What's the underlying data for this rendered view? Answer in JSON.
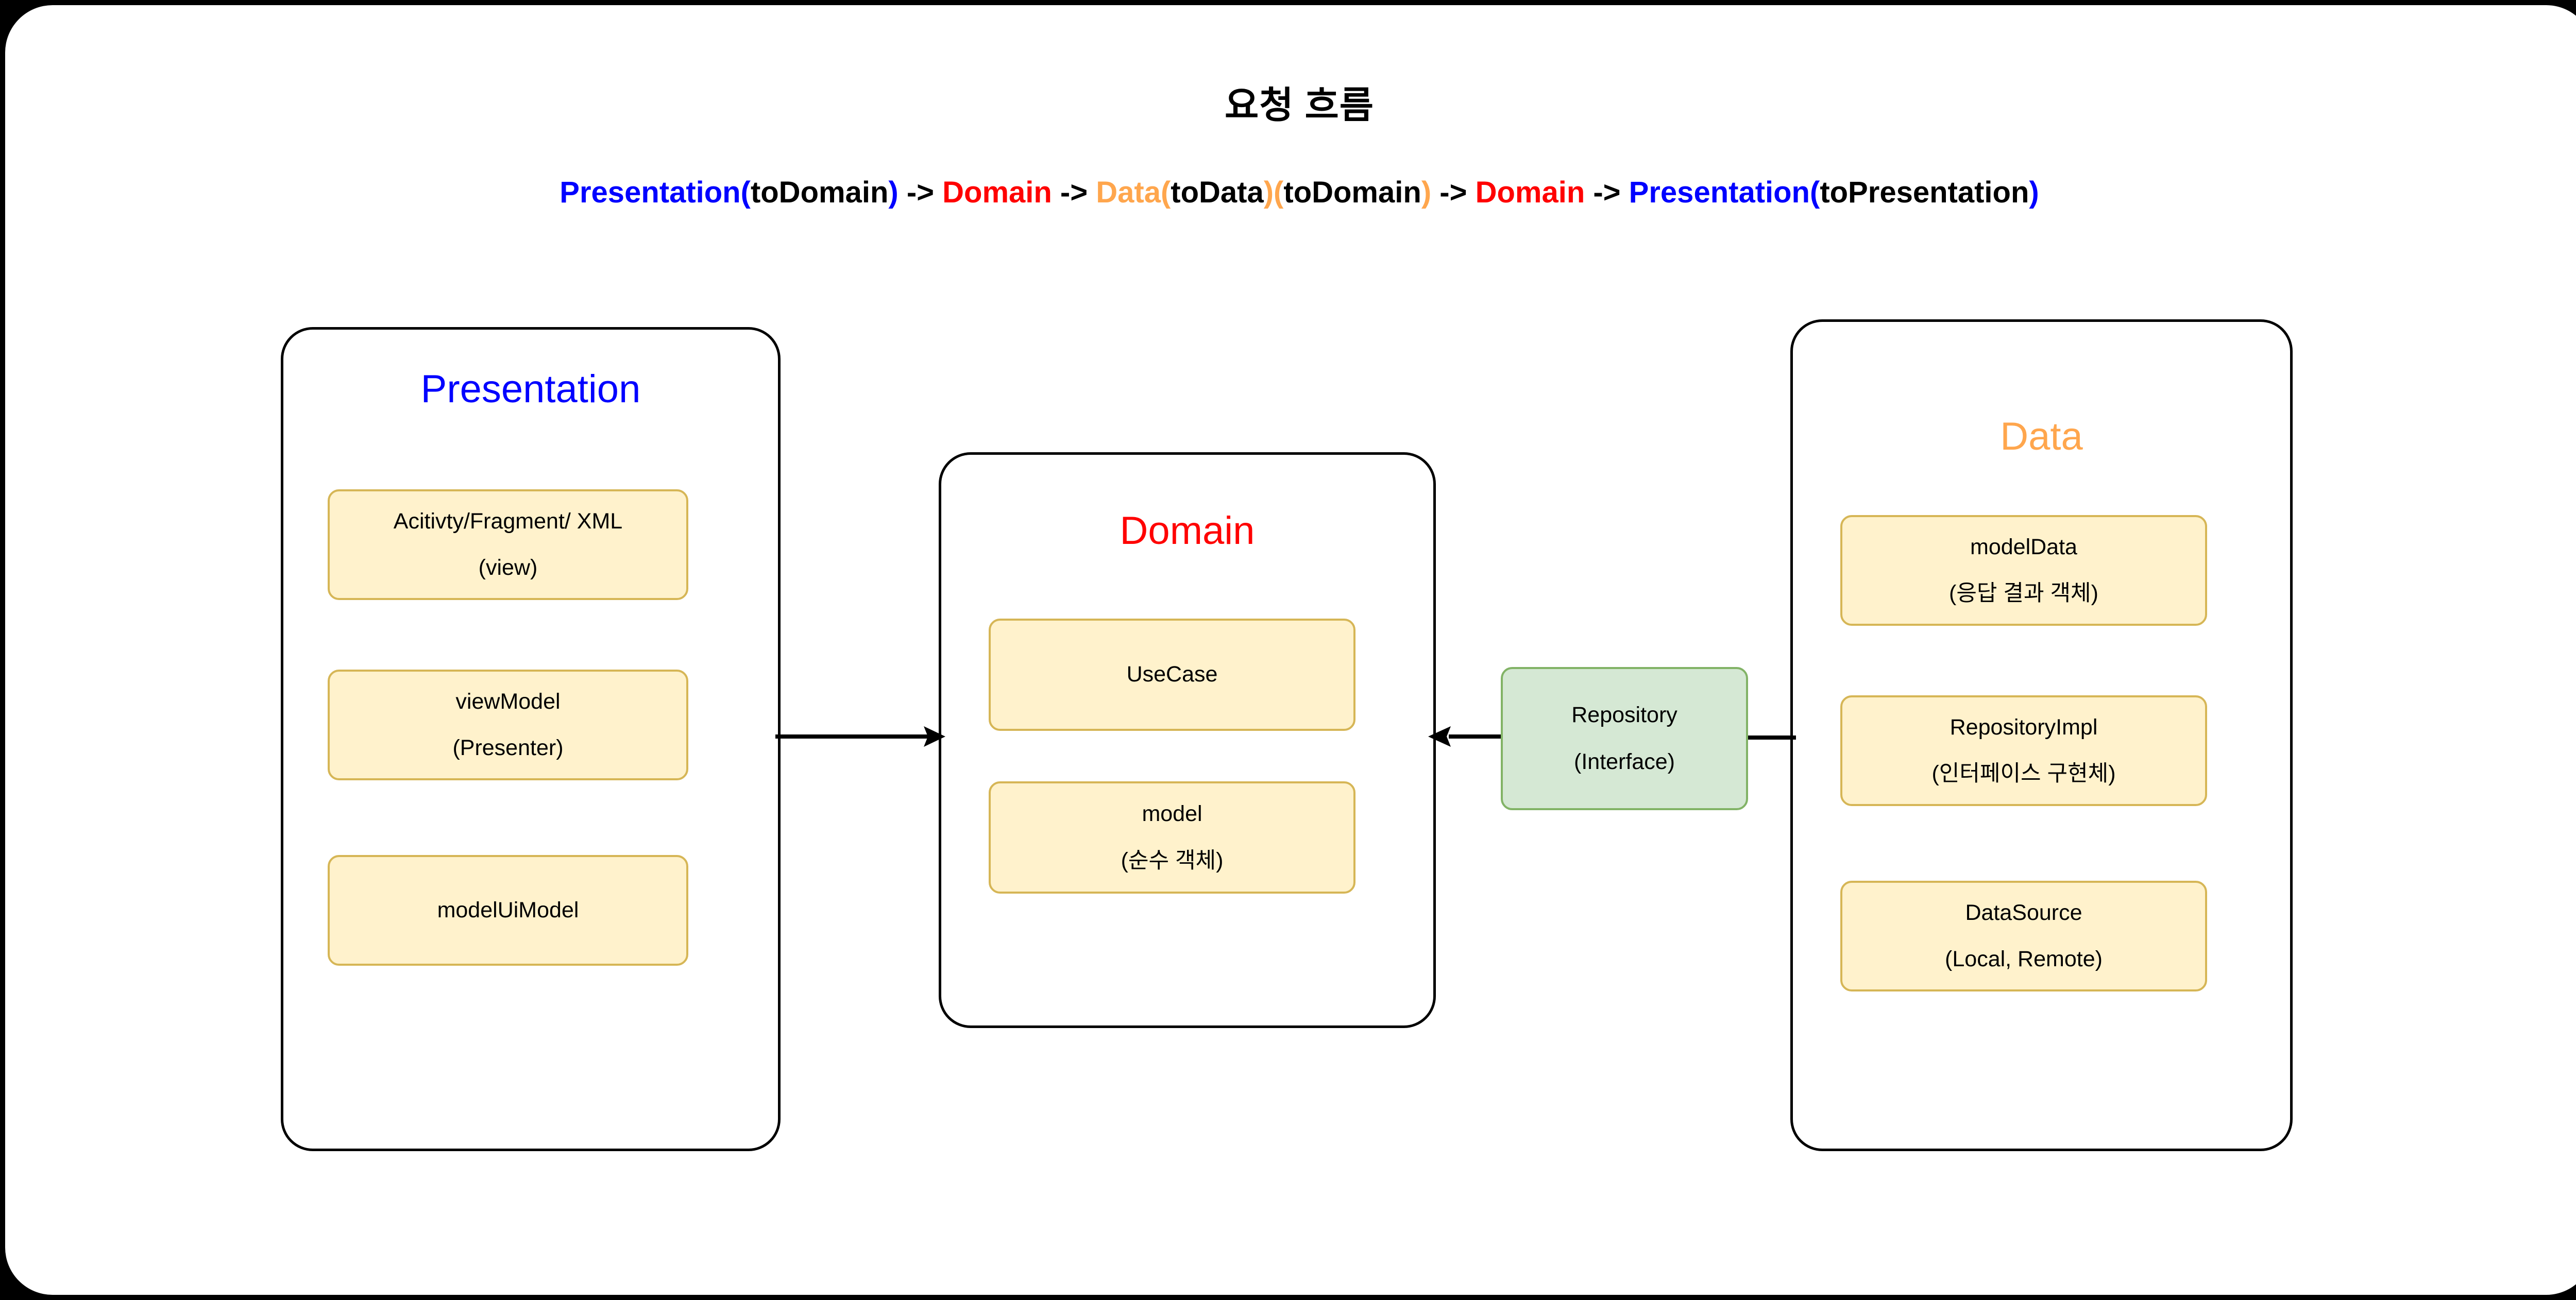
{
  "title": "요청 흐름",
  "flow": {
    "segments": [
      {
        "text": "Presentation(",
        "color": "#0000ff"
      },
      {
        "text": "toDomain",
        "color": "#000000"
      },
      {
        "text": ")",
        "color": "#0000ff"
      },
      {
        "text": " -> ",
        "color": "#000000"
      },
      {
        "text": "Domain",
        "color": "#ff0000"
      },
      {
        "text": " -> ",
        "color": "#000000"
      },
      {
        "text": "Data(",
        "color": "#ffa64d"
      },
      {
        "text": "toData",
        "color": "#000000"
      },
      {
        "text": ")(",
        "color": "#ffa64d"
      },
      {
        "text": "toDomain",
        "color": "#000000"
      },
      {
        "text": ")",
        "color": "#ffa64d"
      },
      {
        "text": " -> ",
        "color": "#000000"
      },
      {
        "text": "Domain",
        "color": "#ff0000"
      },
      {
        "text": " -> ",
        "color": "#000000"
      },
      {
        "text": "Presentation(",
        "color": "#0000ff"
      },
      {
        "text": "toPresentation",
        "color": "#000000"
      },
      {
        "text": ")",
        "color": "#0000ff"
      }
    ]
  },
  "layers": {
    "presentation": {
      "title": "Presentation",
      "title_color": "#0000ff",
      "cards": [
        {
          "line1": "Acitivty/Fragment/ XML",
          "line2": "(view)"
        },
        {
          "line1": "viewModel",
          "line2": "(Presenter)"
        },
        {
          "line1": "modelUiModel",
          "line2": ""
        }
      ]
    },
    "domain": {
      "title": "Domain",
      "title_color": "#ff0000",
      "cards": [
        {
          "line1": "UseCase",
          "line2": ""
        },
        {
          "line1": "model",
          "line2": "(순수 객체)"
        }
      ]
    },
    "data": {
      "title": "Data",
      "title_color": "#ffa64d",
      "cards": [
        {
          "line1": "modelData",
          "line2": "(응답 결과 객체)"
        },
        {
          "line1": "RepositoryImpl",
          "line2": "(인터페이스 구현체)"
        },
        {
          "line1": "DataSource",
          "line2": "(Local, Remote)"
        }
      ]
    }
  },
  "repository": {
    "line1": "Repository",
    "line2": "(Interface)",
    "fill": "#d5e8d4",
    "border": "#82b366"
  },
  "palette": {
    "card_fill": "#fff2cc",
    "card_border": "#d6b656",
    "canvas": "#ffffff",
    "background": "#000000",
    "stroke": "#000000"
  }
}
